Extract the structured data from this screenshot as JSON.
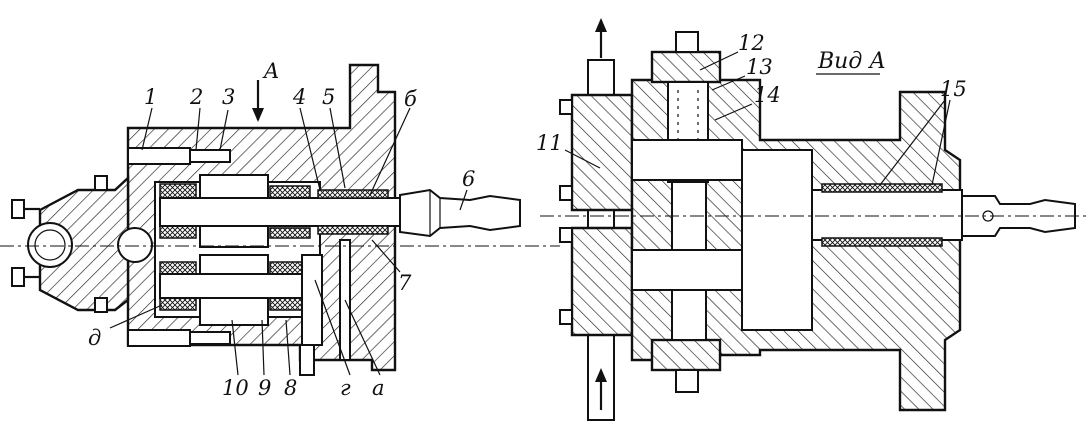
{
  "figure": {
    "left_labels": [
      "1",
      "2",
      "3",
      "4",
      "5",
      "б",
      "6",
      "7",
      "д",
      "10",
      "9",
      "8",
      "г",
      "а"
    ],
    "view_marker": "A",
    "right_title": "Вид А",
    "right_labels": [
      "12",
      "13",
      "14",
      "11",
      "15"
    ]
  },
  "colors": {
    "ink": "#111111",
    "paper": "#ffffff"
  }
}
